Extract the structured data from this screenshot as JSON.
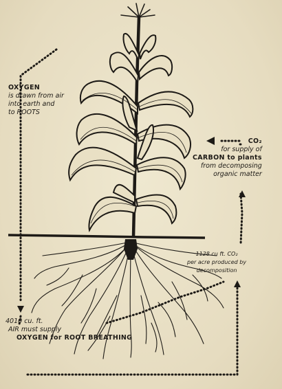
{
  "oxygen_note": {
    "line1": "OXYGEN",
    "line2": "is drawn from air",
    "line3": "into earth and",
    "line4": "to ROOTS"
  },
  "co2_note": {
    "line1": "CO₂",
    "line2": "for supply of",
    "line3": "CARBON to plants",
    "line4": "from decomposing",
    "line5": "organic matter"
  },
  "co2_production": {
    "line1": "1128 cu ft. CO₂",
    "line2": "per acre produced by",
    "line3": "decomposition"
  },
  "air_requirement": {
    "line1": "4010 cu. ft.",
    "line2": "AIR must supply",
    "line3": "OXYGEN for ROOT BREATHING"
  },
  "colors": {
    "paper": "#ebe3c9",
    "ink": "#1d1a16"
  }
}
